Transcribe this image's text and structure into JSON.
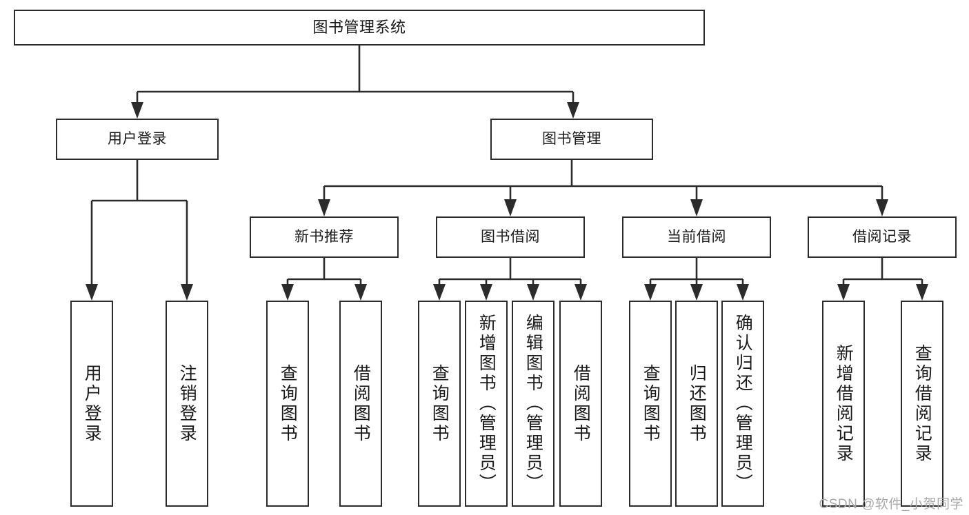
{
  "diagram": {
    "title": "图书管理系统",
    "type": "tree",
    "watermark": "CSDN @软件_小贺同学",
    "colors": {
      "box_border": "#2b2b2b",
      "box_fill": "#ffffff",
      "line": "#2b2b2b",
      "text": "#1a1a1a",
      "watermark": "#a8a8a8",
      "background": "#ffffff"
    },
    "levels": {
      "root": {
        "label": "图书管理系统"
      },
      "level2": [
        {
          "label": "用户登录"
        },
        {
          "label": "图书管理"
        }
      ],
      "level3": [
        {
          "label": "新书推荐"
        },
        {
          "label": "图书借阅"
        },
        {
          "label": "当前借阅"
        },
        {
          "label": "借阅记录"
        }
      ],
      "leaves": [
        {
          "label": "用户登录",
          "parent": "用户登录"
        },
        {
          "label": "注销登录",
          "parent": "用户登录"
        },
        {
          "label": "查询图书",
          "parent": "新书推荐"
        },
        {
          "label": "借阅图书",
          "parent": "新书推荐"
        },
        {
          "label": "查询图书",
          "parent": "图书借阅"
        },
        {
          "label": "新增图书（管理员）",
          "parent": "图书借阅"
        },
        {
          "label": "编辑图书（管理员）",
          "parent": "图书借阅"
        },
        {
          "label": "借阅图书",
          "parent": "图书借阅"
        },
        {
          "label": "查询图书",
          "parent": "当前借阅"
        },
        {
          "label": "归还图书",
          "parent": "当前借阅"
        },
        {
          "label": "确认归还（管理员）",
          "parent": "当前借阅"
        },
        {
          "label": "新增借阅记录",
          "parent": "借阅记录"
        },
        {
          "label": "查询借阅记录",
          "parent": "借阅记录"
        }
      ]
    }
  }
}
